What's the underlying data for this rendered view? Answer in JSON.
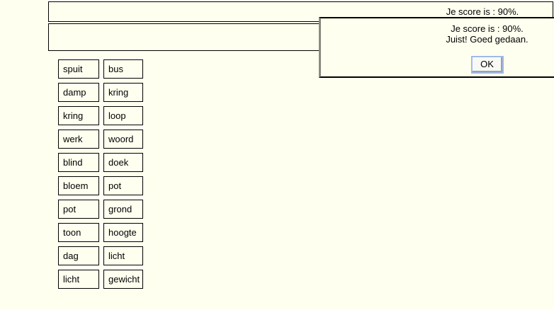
{
  "colors": {
    "page_background": "#FFFFF0",
    "border": "#000000",
    "dialog_left_border": "#8A8A82",
    "ok_button_focus_ring": "#9FB9E8"
  },
  "top_bar": {
    "score_text": "Je score is : 90%."
  },
  "dialog": {
    "score_line": "Je score is : 90%.",
    "feedback_line": "Juist! Goed gedaan.",
    "ok_label": "OK"
  },
  "matching": {
    "rows": [
      {
        "left": "spuit",
        "right": "bus"
      },
      {
        "left": "damp",
        "right": "kring"
      },
      {
        "left": "kring",
        "right": "loop"
      },
      {
        "left": "werk",
        "right": "woord"
      },
      {
        "left": "blind",
        "right": "doek"
      },
      {
        "left": "bloem",
        "right": "pot"
      },
      {
        "left": "pot",
        "right": "grond"
      },
      {
        "left": "toon",
        "right": "hoogte"
      },
      {
        "left": "dag",
        "right": "licht"
      },
      {
        "left": "licht",
        "right": "gewicht"
      }
    ]
  }
}
